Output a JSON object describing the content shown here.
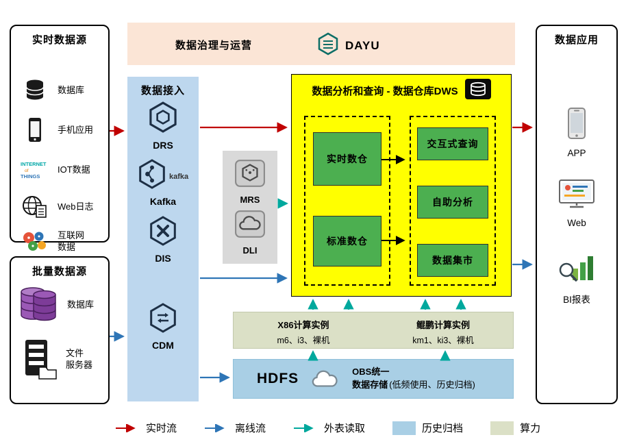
{
  "colors": {
    "realtime_flow": "#c00000",
    "offline_flow": "#2e75b6",
    "external_read": "#00a89d",
    "archive_fill": "#a9cfe5",
    "compute_fill": "#dbe0c6",
    "dws_fill": "#ffff00",
    "green_block": "#4caf50",
    "ingestion_fill": "#bdd7ee",
    "governance_fill": "#fbe5d6",
    "services_fill": "#d9d9d9"
  },
  "governance": {
    "title": "数据治理与运营",
    "logo_text": "DAYU"
  },
  "realtime_sources": {
    "title": "实时数据源",
    "items": [
      {
        "label": "数据库"
      },
      {
        "label": "手机应用"
      },
      {
        "label": "IOT数据",
        "icon_words": {
          "w1": "INTERNET",
          "w2": "of",
          "w3": "THINGS"
        }
      },
      {
        "label": "Web日志"
      },
      {
        "label": "互联网\n数据"
      }
    ]
  },
  "batch_sources": {
    "title": "批量数据源",
    "items": [
      {
        "label": "数据库"
      },
      {
        "label": "文件\n服务器"
      }
    ]
  },
  "ingestion": {
    "title": "数据接入",
    "items": [
      {
        "label": "DRS"
      },
      {
        "label": "Kafka",
        "logo_text": "kafka"
      },
      {
        "label": "DIS"
      },
      {
        "label": "CDM"
      }
    ]
  },
  "services": {
    "items": [
      {
        "label": "MRS"
      },
      {
        "label": "DLI"
      }
    ]
  },
  "dws": {
    "title": "数据分析和查询 - 数据仓库DWS",
    "warehouses": [
      {
        "label": "实时数仓"
      },
      {
        "label": "标准数仓"
      }
    ],
    "analytics": [
      {
        "label": "交互式查询"
      },
      {
        "label": "自助分析"
      },
      {
        "label": "数据集市"
      }
    ]
  },
  "compute": {
    "x86": {
      "title": "X86计算实例",
      "subtitle": "m6、i3、裸机"
    },
    "kunpeng": {
      "title": "鲲鹏计算实例",
      "subtitle": "km1、ki3、裸机"
    }
  },
  "storage": {
    "hdfs": "HDFS",
    "obs_line1": "OBS统一",
    "obs_line2": "数据存储",
    "obs_note": "(低频使用、历史归档)"
  },
  "applications": {
    "title": "数据应用",
    "items": [
      {
        "label": "APP"
      },
      {
        "label": "Web"
      },
      {
        "label": "BI报表"
      }
    ]
  },
  "legend": {
    "realtime": "实时流",
    "offline": "离线流",
    "external": "外表读取",
    "archive": "历史归档",
    "compute": "算力"
  }
}
